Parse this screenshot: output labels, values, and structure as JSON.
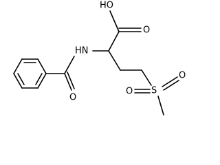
{
  "atoms": {
    "hydroxyl": "HO",
    "carbonyl_oxygen_acid": "O",
    "amide_nitrogen": "HN",
    "carbonyl_oxygen_amide": "O",
    "sulfur": "S",
    "sulfonyl_oxygen_left": "O",
    "sulfonyl_oxygen_right": "O"
  },
  "colors": {
    "bond": "#000000",
    "background": "#ffffff"
  }
}
